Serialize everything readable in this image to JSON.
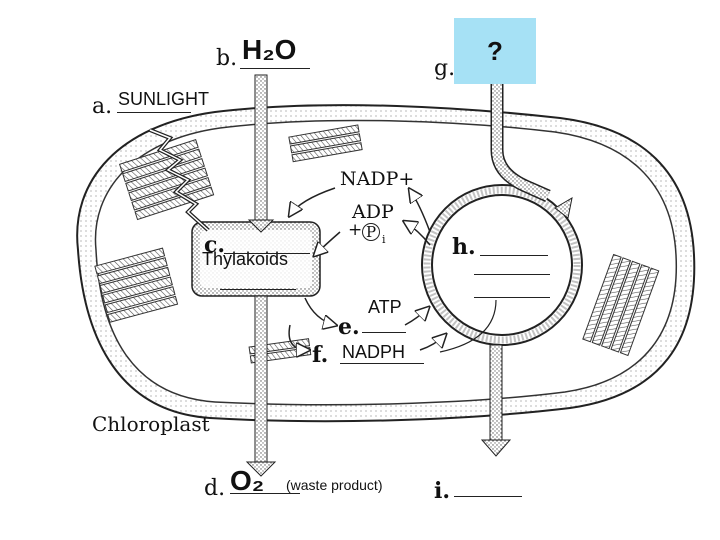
{
  "labels": {
    "a_letter": "a.",
    "a_value": "SUNLIGHT",
    "b_letter": "b.",
    "b_value": "H₂O",
    "c_letter": "c.",
    "c_value": "Thylakoids",
    "d_letter": "d.",
    "d_value": "O₂",
    "d_note": "(waste product)",
    "e_letter": "e.",
    "e_value": "ATP",
    "f_letter": "f.",
    "f_value": "NADPH",
    "g_letter": "g.",
    "g_value": "?",
    "h_letter": "h.",
    "i_letter": "i."
  },
  "diagram": {
    "nadp": "NADP+",
    "adp": "ADP",
    "pi_plus": "+",
    "pi": "P",
    "pi_sub": "i",
    "chloroplast": "Chloroplast"
  },
  "colors": {
    "answer_box": "#a6e1f5",
    "line": "#222222"
  }
}
